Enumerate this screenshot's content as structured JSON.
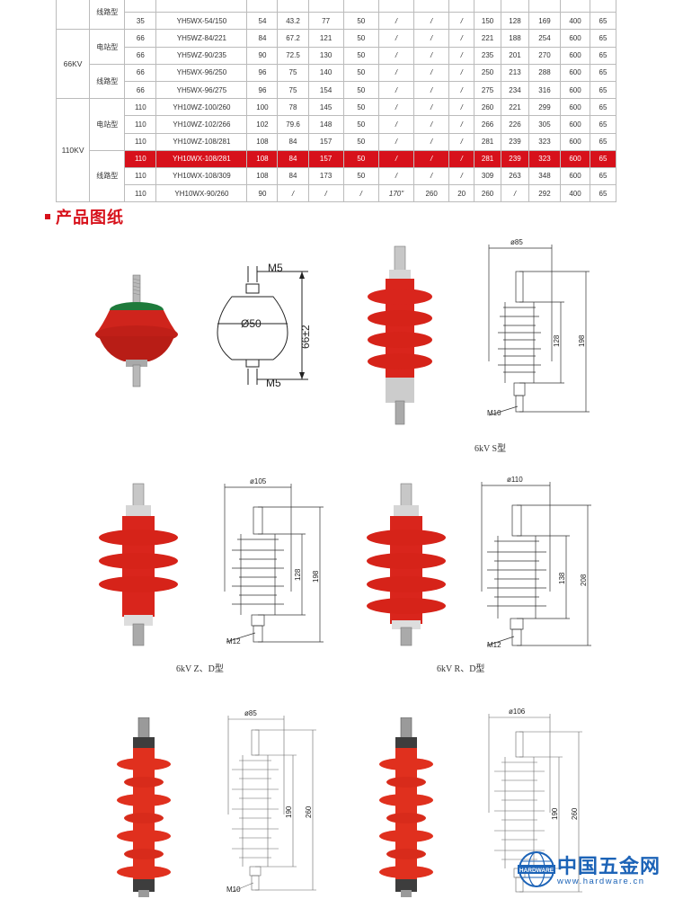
{
  "table": {
    "rows": [
      {
        "group": "",
        "sub": "线路型",
        "cells": [
          "",
          "",
          "",
          "",
          "",
          "",
          "",
          "",
          "",
          "",
          "",
          "",
          "",
          ""
        ]
      },
      {
        "group": "",
        "sub": "",
        "cells": [
          "35",
          "YH5WX-54/150",
          "54",
          "43.2",
          "77",
          "50",
          "/",
          "/",
          "/",
          "150",
          "128",
          "169",
          "400",
          "65"
        ]
      },
      {
        "group": "66KV",
        "sub": "电站型",
        "cells": [
          "66",
          "YH5WZ-84/221",
          "84",
          "67.2",
          "121",
          "50",
          "/",
          "/",
          "/",
          "221",
          "188",
          "254",
          "600",
          "65"
        ]
      },
      {
        "group": "",
        "sub": "",
        "cells": [
          "66",
          "YH5WZ-90/235",
          "90",
          "72.5",
          "130",
          "50",
          "/",
          "/",
          "/",
          "235",
          "201",
          "270",
          "600",
          "65"
        ]
      },
      {
        "group": "",
        "sub": "线路型",
        "cells": [
          "66",
          "YH5WX-96/250",
          "96",
          "75",
          "140",
          "50",
          "/",
          "/",
          "/",
          "250",
          "213",
          "288",
          "600",
          "65"
        ]
      },
      {
        "group": "",
        "sub": "",
        "cells": [
          "66",
          "YH5WX-96/275",
          "96",
          "75",
          "154",
          "50",
          "/",
          "/",
          "/",
          "275",
          "234",
          "316",
          "600",
          "65"
        ]
      },
      {
        "group": "110KV",
        "sub": "电站型",
        "cells": [
          "110",
          "YH10WZ-100/260",
          "100",
          "78",
          "145",
          "50",
          "/",
          "/",
          "/",
          "260",
          "221",
          "299",
          "600",
          "65"
        ]
      },
      {
        "group": "",
        "sub": "",
        "cells": [
          "110",
          "YH10WZ-102/266",
          "102",
          "79.6",
          "148",
          "50",
          "/",
          "/",
          "/",
          "266",
          "226",
          "305",
          "600",
          "65"
        ]
      },
      {
        "group": "",
        "sub": "",
        "cells": [
          "110",
          "YH10WZ-108/281",
          "108",
          "84",
          "157",
          "50",
          "/",
          "/",
          "/",
          "281",
          "239",
          "323",
          "600",
          "65"
        ]
      },
      {
        "group": "",
        "sub": "线路型",
        "cells": [
          "110",
          "YH10WX-108/281",
          "108",
          "84",
          "157",
          "50",
          "/",
          "/",
          "/",
          "281",
          "239",
          "323",
          "600",
          "65"
        ]
      },
      {
        "group": "",
        "sub": "",
        "cells": [
          "110",
          "YH10WX-108/309",
          "108",
          "84",
          "173",
          "50",
          "/",
          "/",
          "/",
          "309",
          "263",
          "348",
          "600",
          "65"
        ]
      },
      {
        "group": "",
        "sub": "",
        "cells": [
          "110",
          "YH10WX-90/260",
          "90",
          "/",
          "/",
          "/",
          "170\"",
          "260",
          "20",
          "260",
          "/",
          "292",
          "400",
          "65"
        ]
      }
    ]
  },
  "section": {
    "title": "产品图纸"
  },
  "drawings": {
    "d1": {
      "top": "M5",
      "bottom": "M5",
      "dia": "Ø50",
      "height": "66±2"
    },
    "d2": {
      "dia": "ø85",
      "h1": "128",
      "h2": "198",
      "thread": "M10",
      "caption": "6kV S型"
    },
    "d3": {
      "dia": "ø105",
      "h1": "128",
      "h2": "198",
      "thread": "M12",
      "caption": "6kV Z、D型"
    },
    "d4": {
      "dia": "ø110",
      "h1": "138",
      "h2": "208",
      "thread": "M12",
      "caption": "6kV R、D型"
    },
    "d5": {
      "dia": "ø85",
      "h1": "190",
      "h2": "260",
      "thread": "M10"
    },
    "d6": {
      "dia": "ø106",
      "h1": "190",
      "h2": "260"
    }
  },
  "logo": {
    "name": "中国五金网",
    "url": "www.hardware.cn",
    "badge": "HARDWARE"
  },
  "colors": {
    "accent": "#d7111b",
    "logo": "#1c63b7",
    "insulator": "#d9251c"
  }
}
